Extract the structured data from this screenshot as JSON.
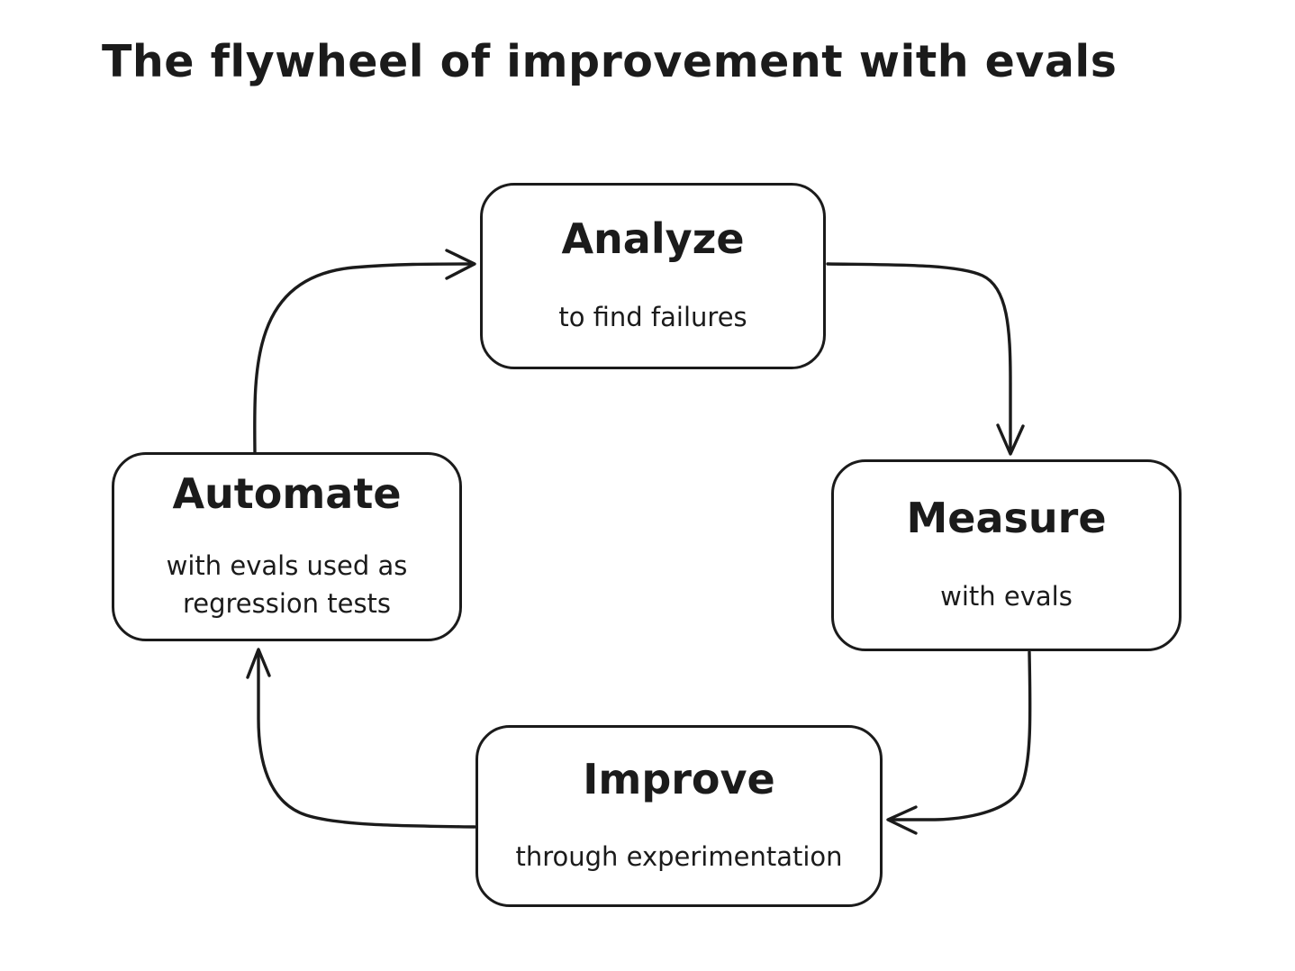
{
  "title": "The flywheel of improvement with evals",
  "diagram": {
    "type": "cycle-flowchart",
    "nodes": [
      {
        "id": "analyze",
        "label": "Analyze",
        "sublabel": "to find failures"
      },
      {
        "id": "measure",
        "label": "Measure",
        "sublabel": "with evals"
      },
      {
        "id": "improve",
        "label": "Improve",
        "sublabel": "through experimentation"
      },
      {
        "id": "automate",
        "label": "Automate",
        "sublabel": "with evals used as regression tests"
      }
    ],
    "edges": [
      {
        "from": "analyze",
        "to": "measure"
      },
      {
        "from": "measure",
        "to": "improve"
      },
      {
        "from": "improve",
        "to": "automate"
      },
      {
        "from": "automate",
        "to": "analyze"
      }
    ],
    "colors": {
      "stroke": "#1b1b1b",
      "background": "#ffffff"
    }
  }
}
